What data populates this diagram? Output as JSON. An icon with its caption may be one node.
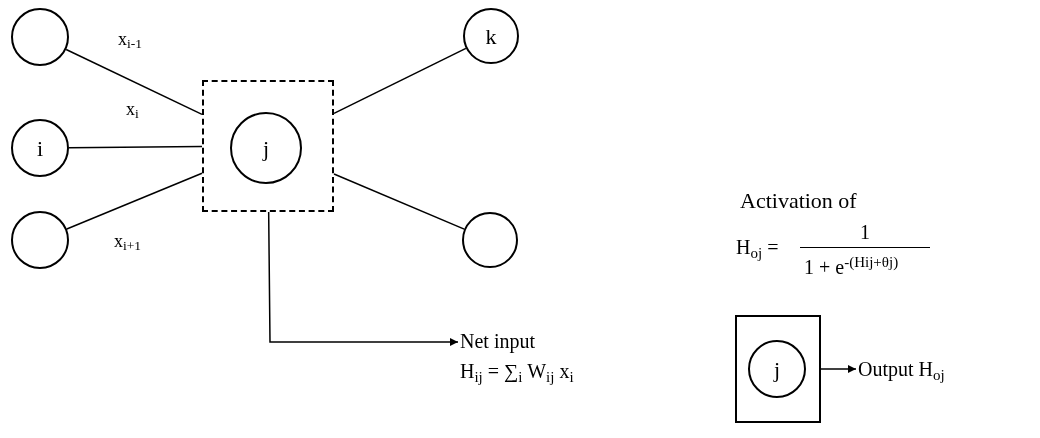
{
  "diagram": {
    "nodes": [
      {
        "text": [],
        "shape": "circle"
      },
      {
        "text": [
          "i"
        ]
      },
      {
        "text": [],
        "shape": "circle"
      },
      {
        "text": [],
        "shape": "box"
      },
      {
        "text": [
          "j"
        ],
        "in": 3
      },
      {
        "text": [
          "k"
        ]
      },
      {
        "text": [],
        "shape": "circle"
      },
      {
        "text": [
          "Net input",
          "H$_{ij}$ = ∑$_{i}$ W$_{ij}$ x$_{i}$"
        ]
      },
      {
        "text": [],
        "shape": "box"
      },
      {
        "text": [
          "j"
        ],
        "in": 8
      },
      {
        "text": [
          "Output H$_{oj}$"
        ]
      }
    ],
    "edges": [
      {
        "from": 0,
        "to": 3,
        "arrow": "none",
        "label": "x$_{i-1}$"
      },
      {
        "from": 1,
        "to": 3,
        "arrow": "none",
        "label": "x$_{i}$"
      },
      {
        "from": 2,
        "to": 3,
        "arrow": "none",
        "label": "x$_{i+1}$"
      },
      {
        "from": 3,
        "to": 5,
        "arrow": "none"
      },
      {
        "from": 3,
        "to": 6,
        "arrow": "none"
      },
      {
        "from": 3,
        "to": 7,
        "arrow": "to"
      },
      {
        "from": 8,
        "to": 10,
        "arrow": "to"
      }
    ],
    "labels": [
      "Activation of",
      "H$_{oj}$ =",
      "1",
      "1 + e$^{-(Hij+θj)}$"
    ]
  }
}
